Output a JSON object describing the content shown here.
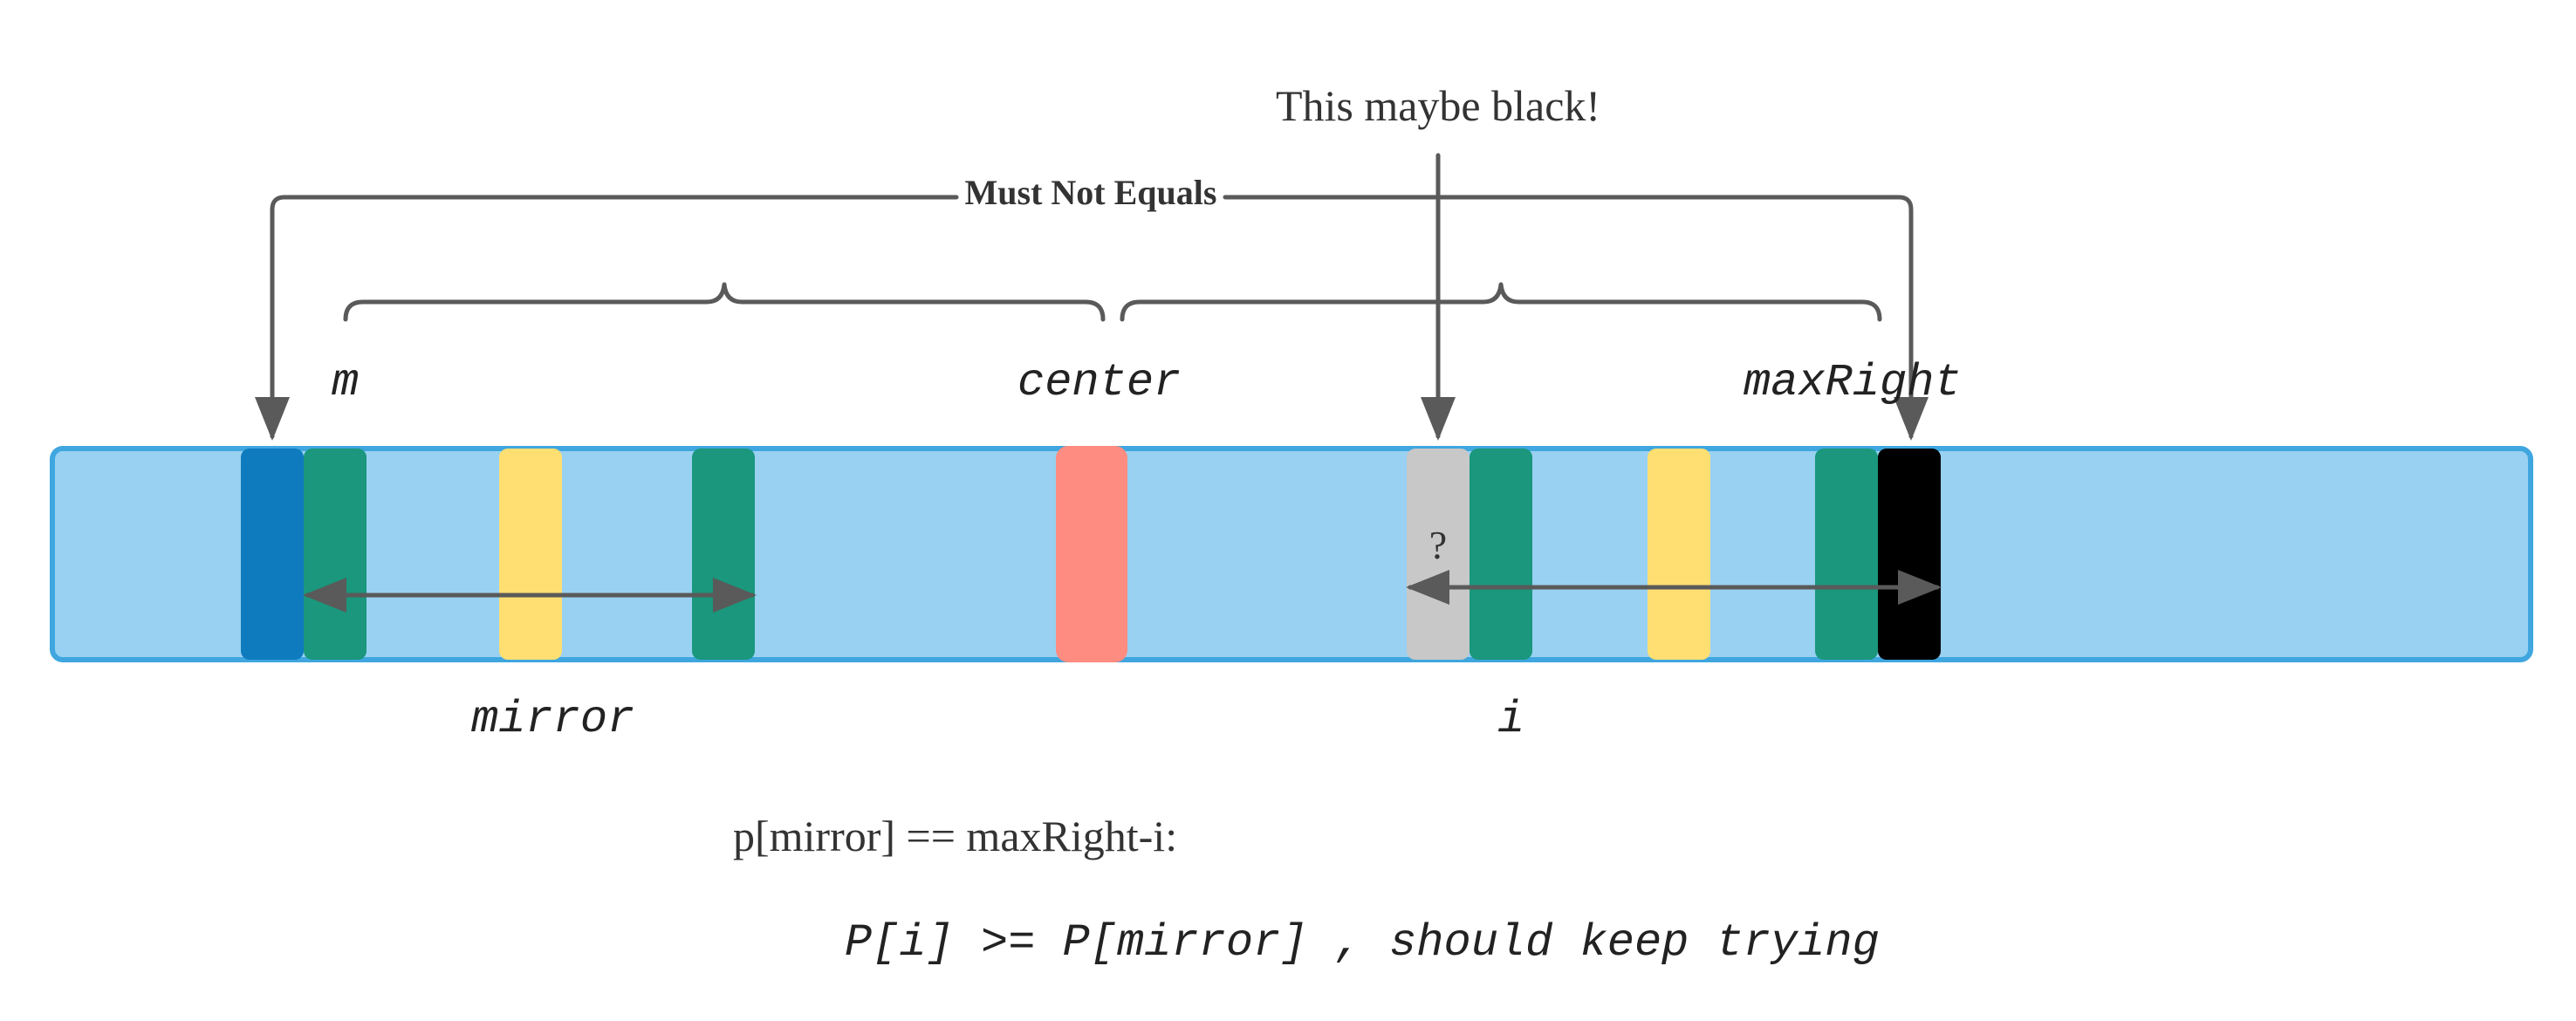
{
  "annotation": {
    "text": "This maybe black!"
  },
  "connector": {
    "label": "Must Not Equals"
  },
  "labels": {
    "m": "m",
    "center": "center",
    "maxRight": "maxRight",
    "mirror": "mirror",
    "i": "i",
    "question": "?"
  },
  "condition": {
    "text": "p[mirror] == maxRight-i:"
  },
  "conclusion": {
    "text": "P[i] >= P[mirror] , should keep trying"
  },
  "colors": {
    "array_fill": "#99d1f2",
    "array_border": "#3fa6df",
    "m_cell": "#0f7bbf",
    "teal_cell": "#1a977c",
    "yellow_cell": "#ffdf71",
    "center_cell": "#ff8c80",
    "unknown_cell": "#c8c8c8",
    "maxright_cell": "#000000",
    "lines": "#5a5a5a"
  }
}
